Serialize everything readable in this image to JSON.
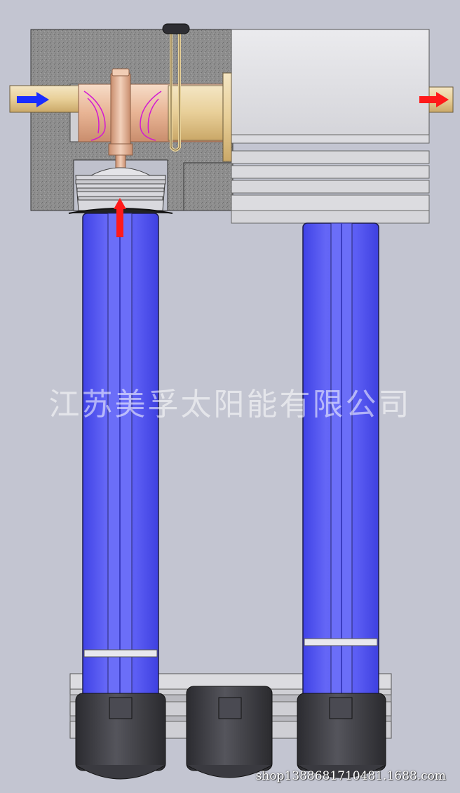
{
  "watermark_text": "江苏美孚太阳能有限公司",
  "shop_url": "shop1388681710481.1688.com",
  "colors": {
    "background": "#c3c5d1",
    "housing_gray": "#8f8f8f",
    "tank_silver": "#e2e2e6",
    "tube_blue": "#5a5cf2",
    "cap_dark": "#3a3a3f",
    "copper": "#e6b79a",
    "inlet_arrow": "#1a2dff",
    "outlet_arrow": "#ff1a1a"
  },
  "icons": {
    "inlet": "arrow-right-blue",
    "outlet": "arrow-right-red",
    "rising_flow": "arrow-up-red"
  }
}
